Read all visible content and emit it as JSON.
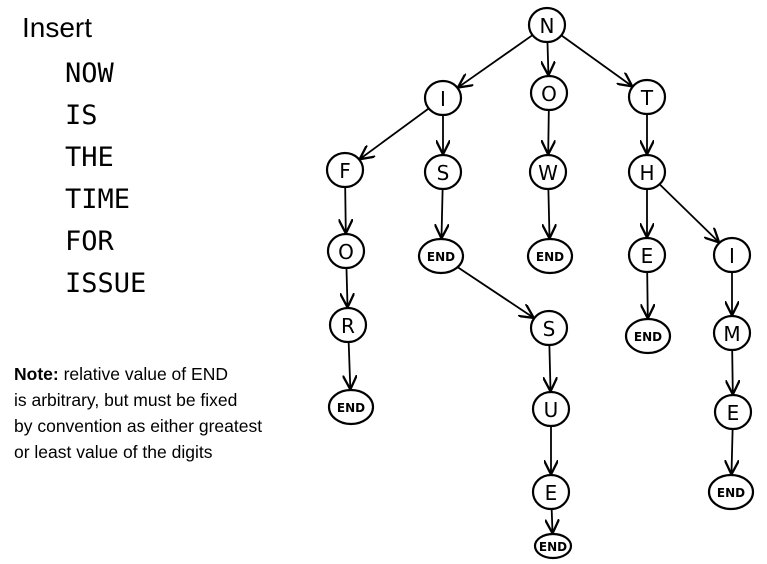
{
  "heading": "Insert",
  "words": [
    "NOW",
    "IS",
    "THE",
    "TIME",
    "FOR",
    "ISSUE"
  ],
  "note": {
    "label": "Note:",
    "line1_rest": " relative value of ",
    "code": "END",
    "line2": "is arbitrary, but must be fixed",
    "line3": "by convention as either greatest",
    "line4": "or least value of the digits"
  },
  "trie": {
    "nodes": [
      {
        "id": "root",
        "label": "N"
      },
      {
        "id": "n_i",
        "label": "I"
      },
      {
        "id": "n_o",
        "label": "O"
      },
      {
        "id": "n_t",
        "label": "T"
      },
      {
        "id": "n_if",
        "label": "F"
      },
      {
        "id": "n_is",
        "label": "S"
      },
      {
        "id": "n_ow",
        "label": "W"
      },
      {
        "id": "n_th",
        "label": "H"
      },
      {
        "id": "n_ifo",
        "label": "O"
      },
      {
        "id": "n_isend",
        "label": "END"
      },
      {
        "id": "n_owend",
        "label": "END"
      },
      {
        "id": "n_the",
        "label": "E"
      },
      {
        "id": "n_thi",
        "label": "I"
      },
      {
        "id": "n_ifor",
        "label": "R"
      },
      {
        "id": "n_iss",
        "label": "S"
      },
      {
        "id": "n_theend",
        "label": "END"
      },
      {
        "id": "n_thim",
        "label": "M"
      },
      {
        "id": "n_iforend",
        "label": "END"
      },
      {
        "id": "n_issu",
        "label": "U"
      },
      {
        "id": "n_thime",
        "label": "E"
      },
      {
        "id": "n_issue",
        "label": "E"
      },
      {
        "id": "n_thimeend",
        "label": "END"
      },
      {
        "id": "n_issueend",
        "label": "END"
      }
    ],
    "edges": [
      [
        "root",
        "n_i"
      ],
      [
        "root",
        "n_o"
      ],
      [
        "root",
        "n_t"
      ],
      [
        "n_i",
        "n_if"
      ],
      [
        "n_i",
        "n_is"
      ],
      [
        "n_o",
        "n_ow"
      ],
      [
        "n_t",
        "n_th"
      ],
      [
        "n_if",
        "n_ifo"
      ],
      [
        "n_ifo",
        "n_ifor"
      ],
      [
        "n_ifor",
        "n_iforend"
      ],
      [
        "n_is",
        "n_isend"
      ],
      [
        "n_isend",
        "n_iss"
      ],
      [
        "n_iss",
        "n_issu"
      ],
      [
        "n_issu",
        "n_issue"
      ],
      [
        "n_issue",
        "n_issueend"
      ],
      [
        "n_ow",
        "n_owend"
      ],
      [
        "n_th",
        "n_the"
      ],
      [
        "n_the",
        "n_theend"
      ],
      [
        "n_th",
        "n_thi"
      ],
      [
        "n_thi",
        "n_thim"
      ],
      [
        "n_thim",
        "n_thime"
      ],
      [
        "n_thime",
        "n_thimeend"
      ]
    ]
  }
}
